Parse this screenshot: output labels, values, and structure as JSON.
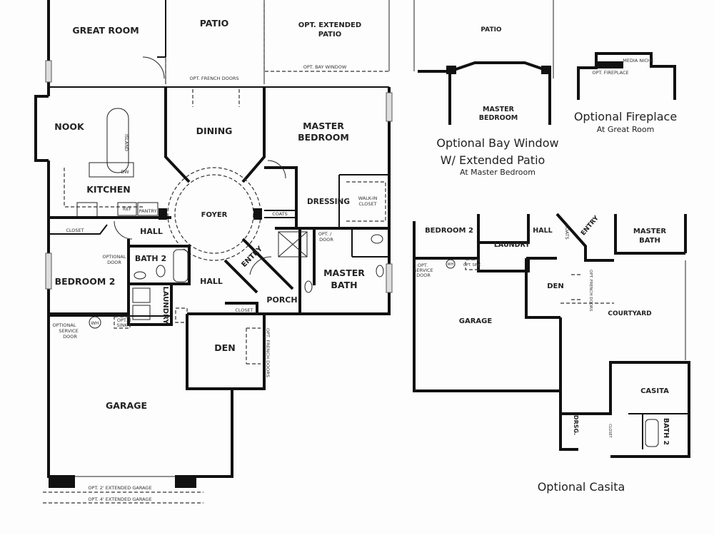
{
  "main_plan": {
    "rooms": {
      "great_room": "GREAT ROOM",
      "patio": "PATIO",
      "ext_patio_1": "OPT. EXTENDED",
      "ext_patio_2": "PATIO",
      "nook": "NOOK",
      "dining": "DINING",
      "master_bedroom_1": "MASTER",
      "master_bedroom_2": "BEDROOM",
      "kitchen": "KITCHEN",
      "foyer": "FOYER",
      "dressing": "DRESSING",
      "hall_1": "HALL",
      "hall_2": "HALL",
      "bath_2": "BATH 2",
      "bedroom_2": "BEDROOM 2",
      "entry": "ENTRY",
      "master_bath_1": "MASTER",
      "master_bath_2": "BATH",
      "porch": "PORCH",
      "laundry": "LAUNDRY",
      "den": "DEN",
      "garage": "GARAGE"
    },
    "notes": {
      "opt_french_doors_top": "OPT. FRENCH DOORS",
      "opt_bay_window": "OPT. BAY WINDOW",
      "island": "ISLAND",
      "dw": "DW",
      "ref": "REF",
      "pantry": "PANTRY",
      "closet_1": "CLOSET",
      "closet_2": "CLOSET",
      "coats": "COATS",
      "walk_in_1": "WALK-IN",
      "walk_in_2": "CLOSET",
      "opt_door_1": "OPT. /",
      "opt_door_2": "DOOR",
      "optional_door_1": "OPTIONAL",
      "optional_door_2": "DOOR",
      "service_door_1": "OPTIONAL",
      "service_door_2": "SERVICE",
      "service_door_3": "DOOR",
      "wh": "WH",
      "opt_sink_1": "OPT.",
      "opt_sink_2": "SINK",
      "opt_french_doors_den": "OPT. FRENCH DOORS",
      "ext_garage_2": "OPT. 2' EXTENDED GARAGE",
      "ext_garage_4": "OPT. 4' EXTENDED GARAGE"
    }
  },
  "bay_window_option": {
    "patio": "PATIO",
    "master_bedroom_1": "MASTER",
    "master_bedroom_2": "BEDROOM",
    "caption_1": "Optional Bay Window",
    "caption_2": "W/ Extended Patio",
    "subcaption": "At Master Bedroom"
  },
  "fireplace_option": {
    "media_niche": "MEDIA NICHE",
    "opt_fireplace": "OPT. FIREPLACE",
    "caption": "Optional Fireplace",
    "subcaption": "At Great Room"
  },
  "casita_option": {
    "bedroom_2": "BEDROOM 2",
    "laundry": "LAUNDRY",
    "hall": "HALL",
    "coats": "COATS",
    "entry": "ENTRY",
    "master_bath_1": "MASTER",
    "master_bath_2": "BATH",
    "service_door_1": "OPT.",
    "service_door_2": "SERVICE",
    "service_door_3": "DOOR",
    "wh": "WH",
    "opt_sink": "OPT. SINK",
    "den": "DEN",
    "opt_french_doors": "OPT. FRENCH DOORS",
    "garage": "GARAGE",
    "courtyard": "COURTYARD",
    "casita": "CASITA",
    "drsg": "DRSG.",
    "closet": "CLOSET",
    "bath_2": "BATH 2",
    "caption": "Optional Casita"
  }
}
